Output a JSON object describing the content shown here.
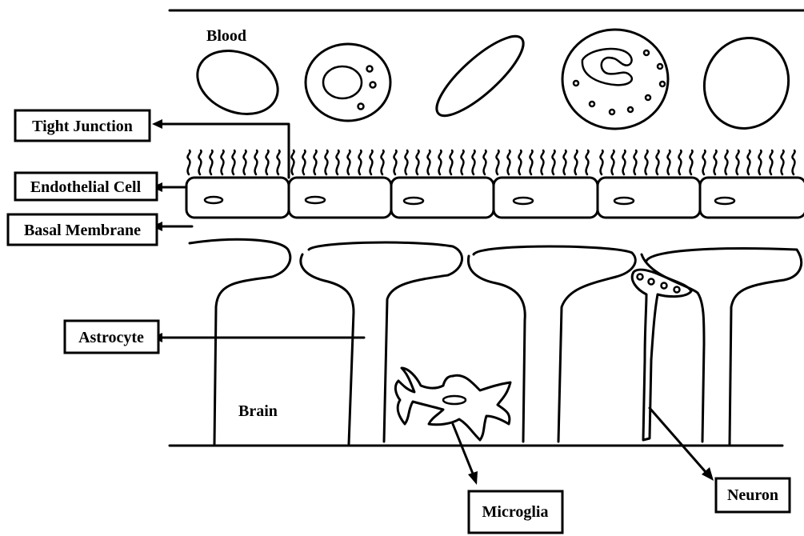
{
  "labels": {
    "blood": "Blood",
    "tight_junction": "Tight Junction",
    "endothelial_cell": "Endothelial Cell",
    "basal_membrane": "Basal Membrane",
    "astrocyte": "Astrocyte",
    "brain": "Brain",
    "microglia": "Microglia",
    "neuron": "Neuron"
  },
  "colors": {
    "stroke": "#000000",
    "background": "#ffffff"
  }
}
